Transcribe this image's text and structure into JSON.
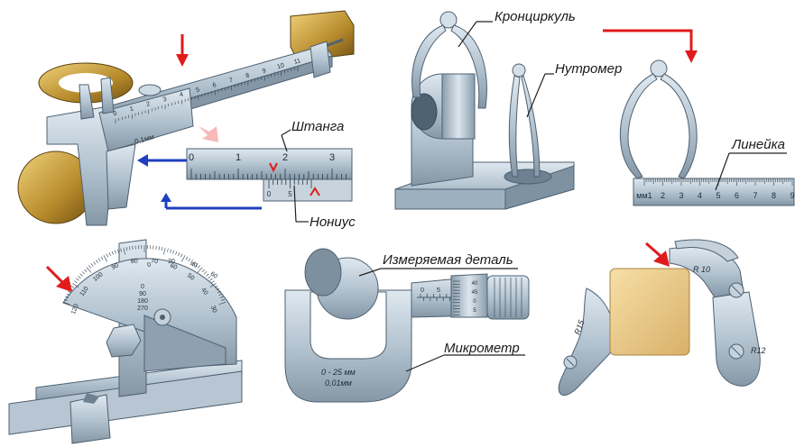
{
  "labels": {
    "shtanga": "Штанга",
    "nonius": "Нониус",
    "kronzirkul": "Кронциркуль",
    "nutromer": "Нутромер",
    "lineyka": "Линейка",
    "izmeryaemaya_detal": "Измеряемая деталь",
    "mikrometr": "Микрометр"
  },
  "scales": {
    "caliper_main": [
      "0",
      "1",
      "2",
      "3",
      "4",
      "5",
      "6",
      "7",
      "8",
      "9",
      "10",
      "11"
    ],
    "caliper_unit": "0,1мм",
    "shtanga_zoom": [
      "0",
      "1",
      "2",
      "3"
    ],
    "nonius_zoom": [
      "0",
      "5"
    ],
    "ruler": [
      "мм1",
      "2",
      "3",
      "4",
      "5",
      "6",
      "7",
      "8",
      "9"
    ],
    "protractor": [
      "120",
      "110",
      "100",
      "90",
      "80",
      "70",
      "60",
      "50",
      "40",
      "30"
    ],
    "protractor_vernier": [
      "0",
      "20",
      "40",
      "60"
    ],
    "protractor_mid": [
      "0",
      "90",
      "180",
      "270"
    ],
    "micrometer_sleeve": [
      "0",
      "5"
    ],
    "micrometer_thimble": [
      "40",
      "45",
      "0",
      "5"
    ]
  },
  "micrometer": {
    "range": "0 - 25 мм",
    "precision": "0,01мм"
  },
  "gauges": {
    "r10": "R 10",
    "r12": "R12",
    "r15": "R15"
  },
  "colors": {
    "steel": "#b9c9d6",
    "steel_dark": "#6f8494",
    "brass": "#c9a24a",
    "red_arrow": "#e11b1b",
    "blue_arrow": "#1f3fbf",
    "part": "#e8c98a"
  }
}
